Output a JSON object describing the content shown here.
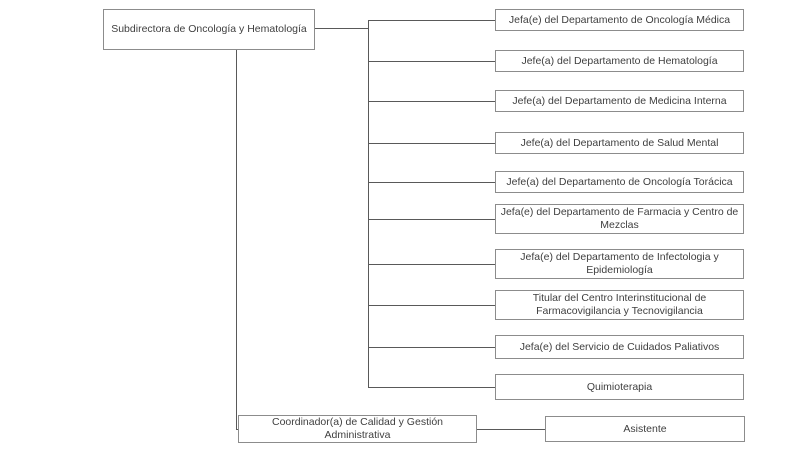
{
  "org": {
    "root": "Subdirectora de Oncología y Hematología",
    "reports": [
      {
        "label": "Jefa(e) del Departamento de Oncología Médica"
      },
      {
        "label": "Jefe(a) del Departamento de Hematología"
      },
      {
        "label": "Jefe(a) del Departamento de Medicina Interna"
      },
      {
        "label": "Jefe(a) del Departamento de Salud Mental"
      },
      {
        "label": "Jefe(a) del Departamento de Oncología Torácica"
      },
      {
        "label": "Jefa(e) del Departamento de Farmacia y Centro de Mezclas"
      },
      {
        "label": "Jefa(e) del Departamento de Infectologia y Epidemiología"
      },
      {
        "label": "Titular del Centro Interinstitucional de Farmacovigilancia y Tecnovigilancia"
      },
      {
        "label": "Jefa(e) del Servicio de Cuidados Paliativos"
      },
      {
        "label": "Quimioterapia"
      }
    ],
    "coordinator": "Coordinador(a) de Calidad y Gestión Administrativa",
    "assistant": "Asistente"
  },
  "colors": {
    "box_border": "#8c8c8c",
    "connector_line": "#595959",
    "text": "#3f3f3f",
    "background": "#ffffff"
  }
}
